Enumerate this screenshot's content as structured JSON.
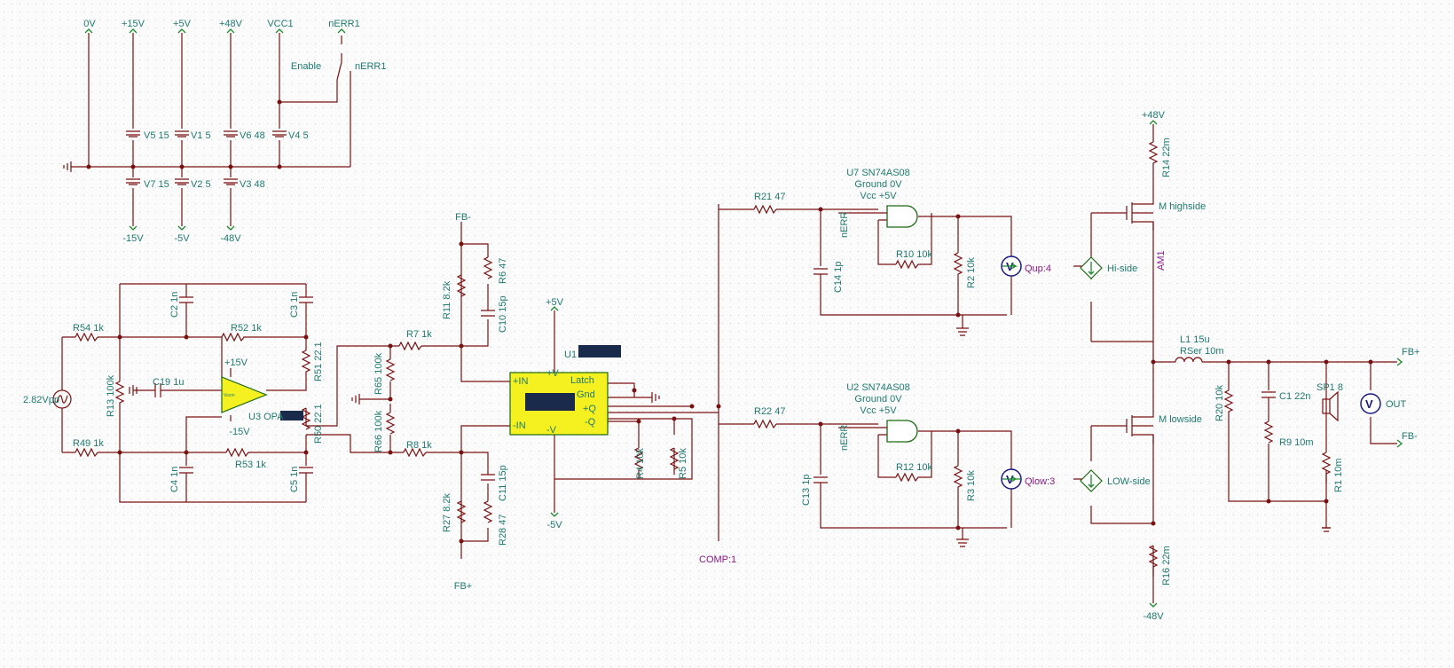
{
  "supplies": {
    "zero": "0V",
    "p15": "+15V",
    "p5": "+5V",
    "p48": "+48V",
    "vcc1": "VCC1",
    "nerr1": "nERR1",
    "enable": "Enable",
    "nerr1b": "nERR1",
    "v5": "V5 15",
    "v1": "V1 5",
    "v6": "V6 48",
    "v4": "V4 5",
    "v7": "V7 15",
    "v2": "V2 5",
    "v3": "V3 48",
    "m15": "-15V",
    "m5": "-5V",
    "m48": "-48V"
  },
  "input": {
    "source": "2.82Vpp",
    "r54": "R54 1k",
    "r49": "R49 1k",
    "r13": "R13 100k",
    "c2": "C2 1n",
    "c3": "C3 1n",
    "c4": "C4 1n",
    "c5": "C5 1n",
    "r52": "R52 1k",
    "r53": "R53 1k",
    "c19": "C19 1u",
    "r51": "R51 22.1",
    "r50": "R50 22.1",
    "u3": "U3 OPA",
    "vocm": "Vocm",
    "p15": "+15V",
    "m15": "-15V"
  },
  "comparator": {
    "r65": "R65 100k",
    "r66": "R66 100k",
    "r7": "R7 1k",
    "r8": "R8 1k",
    "fbm": "FB-",
    "fbp": "FB+",
    "r11": "R11 8.2k",
    "r6": "R6 47",
    "c10": "C10 15p",
    "r27": "R27 8.2k",
    "r28": "R28 47",
    "c11": "C11 15p",
    "p5": "+5V",
    "m5": "-5V",
    "u1": "U1",
    "pin_in_p": "+IN",
    "pin_in_m": "-IN",
    "pin_vp": "+V",
    "pin_vm": "-V",
    "pin_latch": "Latch",
    "pin_gnd": "Gnd",
    "pin_q": "+Q",
    "pin_nq": "-Q",
    "r4": "R4 10k",
    "r5": "R5 10k",
    "comp": "COMP:1"
  },
  "drivers": {
    "r21": "R21 47",
    "r22": "R22 47",
    "u7": "U7 SN74AS08",
    "u2": "U2 SN74AS08",
    "ground": "Ground 0V",
    "vcc": "Vcc +5V",
    "nerr": "nERR",
    "r10": "R10 10k",
    "r12": "R12 10k",
    "c14": "C14 1p",
    "c13": "C13 1p",
    "r2": "R2 10k",
    "r3": "R3 10k",
    "qup": "Qup:4",
    "qlow": "Qlow:3"
  },
  "output": {
    "p48": "+48V",
    "m48": "-48V",
    "r14": "R14 22m",
    "r16": "R16 22m",
    "mhigh": "M highside",
    "mlow": "M lowside",
    "am1": "AM1",
    "hiside": "Hi-side",
    "lowside": "LOW-side",
    "l1": "L1 15u",
    "rser": "RSer 10m",
    "r20": "R20 10k",
    "c1": "C1 22n",
    "r9": "R9 10m",
    "r1": "R1 10m",
    "sp1": "SP1 8",
    "out": "OUT",
    "fbp": "FB+",
    "fbm": "FB-"
  }
}
